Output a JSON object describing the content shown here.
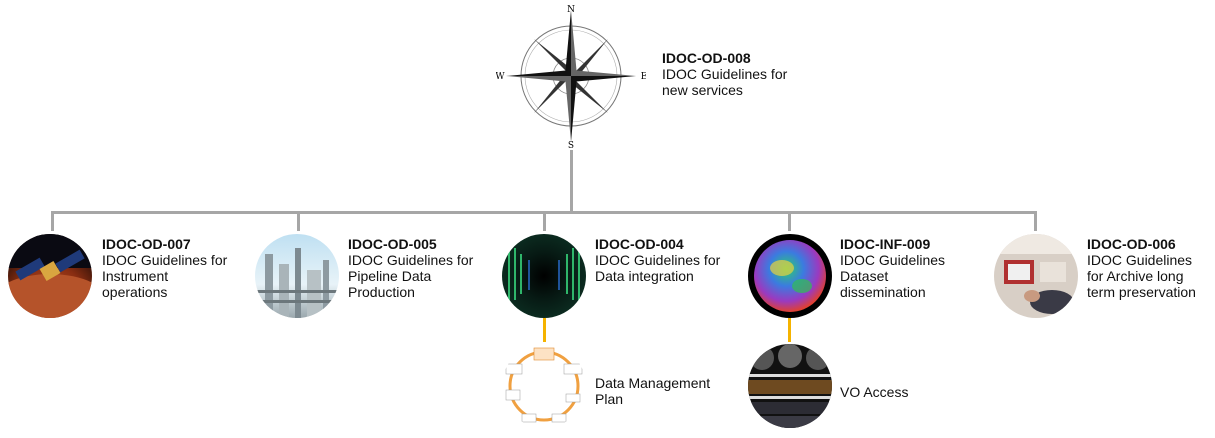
{
  "top": {
    "id": "IDOC-OD-008",
    "desc": "IDOC Guidelines for new services",
    "icon": "compass-rose-icon",
    "compass": {
      "n": "N",
      "e": "E",
      "s": "S",
      "w": "W"
    }
  },
  "nodes": [
    {
      "id": "IDOC-OD-007",
      "desc": "IDOC Guidelines for Instrument operations",
      "icon": "satellite-mars-icon"
    },
    {
      "id": "IDOC-OD-005",
      "desc": "IDOC Guidelines for Pipeline Data Production",
      "icon": "refinery-pipeline-icon"
    },
    {
      "id": "IDOC-OD-004",
      "desc": "IDOC Guidelines for Data integration",
      "icon": "data-stream-icon"
    },
    {
      "id": "IDOC-INF-009",
      "desc": "IDOC Guidelines Dataset dissemination",
      "icon": "globe-map-icon"
    },
    {
      "id": "IDOC-OD-006",
      "desc": "IDOC Guidelines for Archive long term preservation",
      "icon": "archive-poster-icon"
    }
  ],
  "children": {
    "dmp": {
      "label": "Data Management Plan",
      "icon": "data-management-cycle-icon"
    },
    "vo": {
      "label": "VO Access",
      "icon": "vo-sky-survey-icon"
    }
  },
  "colors": {
    "connector": "#a6a6a6",
    "sub_connector": "#f5b300",
    "cycle": "#f0a040"
  }
}
